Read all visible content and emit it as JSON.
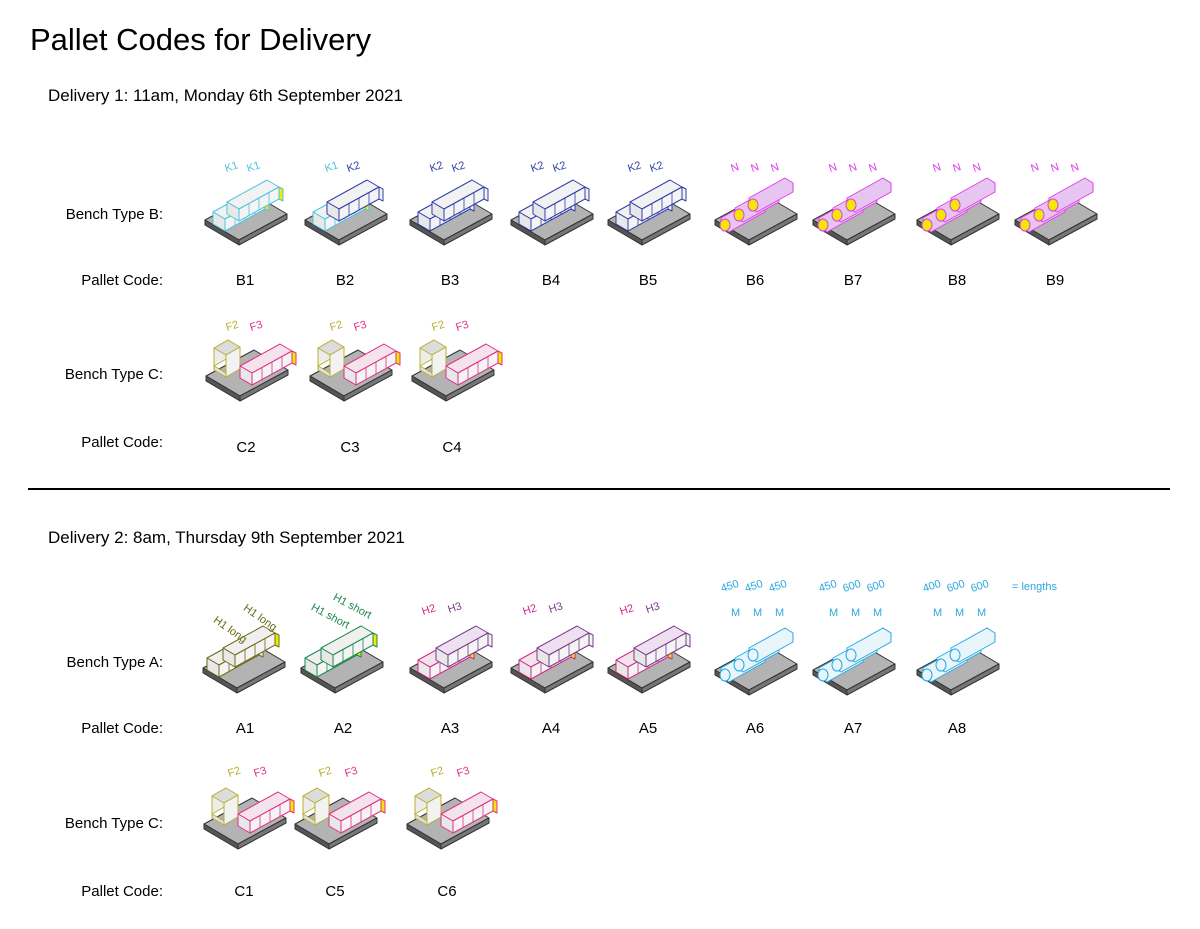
{
  "title": "Pallet Codes for Delivery",
  "colors": {
    "K1": "#4fc3e0",
    "K2": "#2f3fa8",
    "N": "#e040e8",
    "F2": "#b8b030",
    "F3": "#e0308a",
    "H1_long": "#6b6b1a",
    "H1_short": "#1a8a4a",
    "H2": "#d02888",
    "H3": "#7a3a8a",
    "M": "#29a8e0",
    "yellow": "#f5e800",
    "base": "#b3b3b3"
  },
  "delivery1": {
    "heading": "Delivery 1: 11am, Monday 6th September 2021",
    "row_b": {
      "label": "Bench Type B:",
      "code_label": "Pallet Code:",
      "pallets": [
        {
          "code": "B1",
          "tags": [
            "K1",
            "K1"
          ]
        },
        {
          "code": "B2",
          "tags": [
            "K1",
            "K2"
          ]
        },
        {
          "code": "B3",
          "tags": [
            "K2",
            "K2"
          ]
        },
        {
          "code": "B4",
          "tags": [
            "K2",
            "K2"
          ]
        },
        {
          "code": "B5",
          "tags": [
            "K2",
            "K2"
          ]
        },
        {
          "code": "B6",
          "tags": [
            "N",
            "N",
            "N"
          ]
        },
        {
          "code": "B7",
          "tags": [
            "N",
            "N",
            "N"
          ]
        },
        {
          "code": "B8",
          "tags": [
            "N",
            "N",
            "N"
          ]
        },
        {
          "code": "B9",
          "tags": [
            "N",
            "N",
            "N"
          ]
        }
      ]
    },
    "row_c": {
      "label": "Bench Type C:",
      "code_label": "Pallet Code:",
      "pallets": [
        {
          "code": "C2",
          "tags": [
            "F2",
            "F3"
          ]
        },
        {
          "code": "C3",
          "tags": [
            "F2",
            "F3"
          ]
        },
        {
          "code": "C4",
          "tags": [
            "F2",
            "F3"
          ]
        }
      ]
    }
  },
  "delivery2": {
    "heading": "Delivery 2: 8am, Thursday 9th September 2021",
    "row_a": {
      "label": "Bench Type A:",
      "code_label": "Pallet Code:",
      "lengths_note": "= lengths",
      "pallets": [
        {
          "code": "A1",
          "tags": [
            "H1 long",
            "H1 long"
          ]
        },
        {
          "code": "A2",
          "tags": [
            "H1 short",
            "H1 short"
          ]
        },
        {
          "code": "A3",
          "tags": [
            "H2",
            "H3"
          ]
        },
        {
          "code": "A4",
          "tags": [
            "H2",
            "H3"
          ]
        },
        {
          "code": "A5",
          "tags": [
            "H2",
            "H3"
          ]
        },
        {
          "code": "A6",
          "tags": [
            "M",
            "M",
            "M"
          ],
          "lengths": [
            "450",
            "450",
            "450"
          ]
        },
        {
          "code": "A7",
          "tags": [
            "M",
            "M",
            "M"
          ],
          "lengths": [
            "450",
            "600",
            "600"
          ]
        },
        {
          "code": "A8",
          "tags": [
            "M",
            "M",
            "M"
          ],
          "lengths": [
            "400",
            "600",
            "600"
          ]
        }
      ]
    },
    "row_c": {
      "label": "Bench Type C:",
      "code_label": "Pallet Code:",
      "pallets": [
        {
          "code": "C1",
          "tags": [
            "F2",
            "F3"
          ]
        },
        {
          "code": "C5",
          "tags": [
            "F2",
            "F3"
          ]
        },
        {
          "code": "C6",
          "tags": [
            "F2",
            "F3"
          ]
        }
      ]
    }
  }
}
